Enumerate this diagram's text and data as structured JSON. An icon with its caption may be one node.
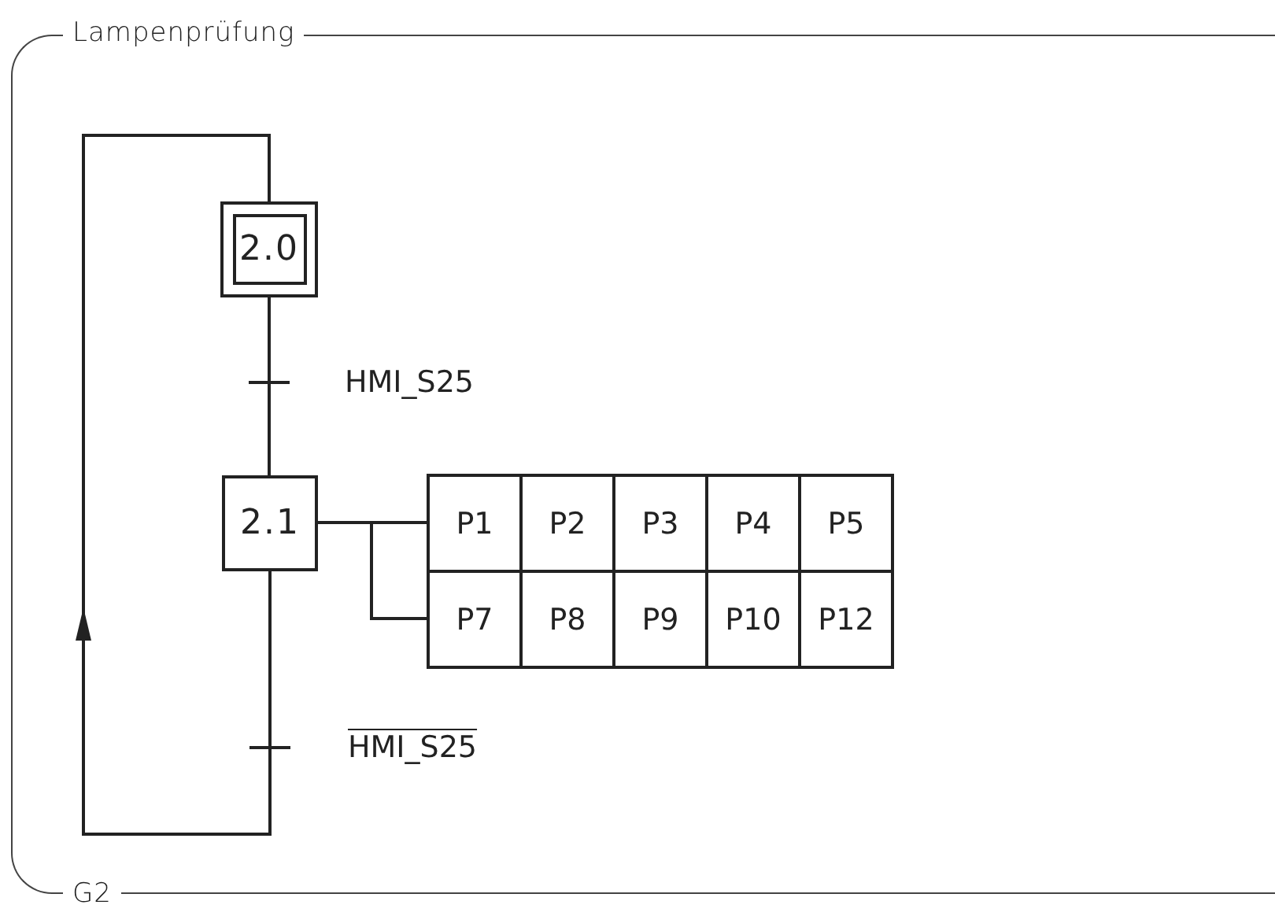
{
  "diagram": {
    "nodes": [
      {
        "text": [
          "Lampenprüfung",
          "G2"
        ]
      },
      {
        "text": [
          "2.0"
        ],
        "in": 0
      },
      {
        "text": [
          "2.1"
        ],
        "in": 0
      },
      {
        "text": [
          "P1"
        ],
        "in": 0
      },
      {
        "text": [
          "P2"
        ],
        "in": 0
      },
      {
        "text": [
          "P3"
        ],
        "in": 0
      },
      {
        "text": [
          "P4"
        ],
        "in": 0
      },
      {
        "text": [
          "P5"
        ],
        "in": 0
      },
      {
        "text": [
          "P7"
        ],
        "in": 0
      },
      {
        "text": [
          "P8"
        ],
        "in": 0
      },
      {
        "text": [
          "P9"
        ],
        "in": 0
      },
      {
        "text": [
          "P10"
        ],
        "in": 0
      },
      {
        "text": [
          "P12"
        ],
        "in": 0
      }
    ],
    "edges": [
      {
        "from": 1,
        "to": 2,
        "arrow": "none",
        "label": "HMI_S25"
      },
      {
        "from": 2,
        "to": 1,
        "arrow": "to",
        "label": "HMI_S25"
      },
      {
        "from": 2,
        "to": 3,
        "arrow": "none"
      },
      {
        "from": 2,
        "to": 8,
        "arrow": "none"
      }
    ]
  }
}
